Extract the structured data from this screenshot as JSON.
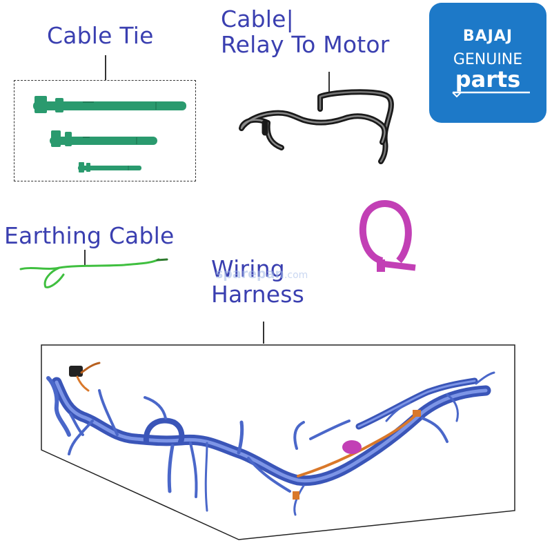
{
  "labels": {
    "cable_tie": "Cable Tie",
    "cable_relay_line1": "Cable|",
    "cable_relay_line2": "Relay To Motor",
    "earthing_cable": "Earthing Cable",
    "wiring_line1": "Wiring",
    "wiring_line2": "Harness"
  },
  "logo": {
    "brand": "BAJAJ",
    "line2": "GENUINE",
    "line3": "parts",
    "bg_color": "#1d79c8"
  },
  "watermark": {
    "text": "sparepan",
    "domain": ".com"
  },
  "colors": {
    "label": "#3a3fb0",
    "cable_tie": "#2a9a6e",
    "relay_cable": "#222222",
    "earthing_cable": "#3fbf3f",
    "clamp": "#c23fb5",
    "harness": "#4a67c9"
  }
}
